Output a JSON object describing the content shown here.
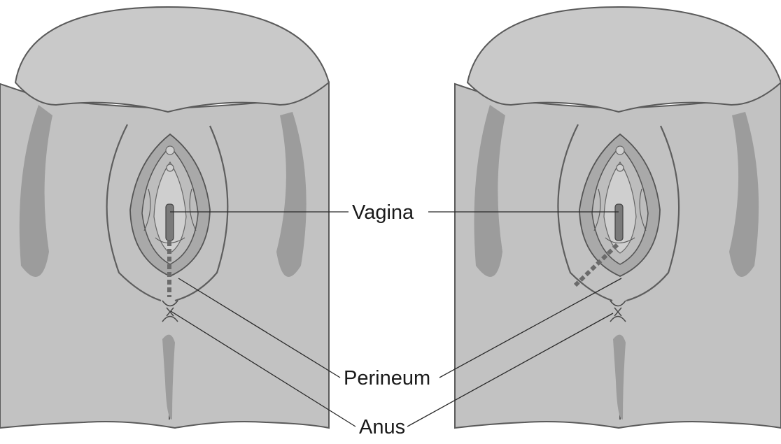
{
  "labels": {
    "vagina": "Vagina",
    "perineum": "Perineum",
    "anus": "Anus"
  },
  "colors": {
    "skin": "#c2c2c2",
    "shadow": "#9c9c9c",
    "outline": "#5a5a5a",
    "incision": "#6b6b6b",
    "label_text": "#1a1a1a"
  }
}
